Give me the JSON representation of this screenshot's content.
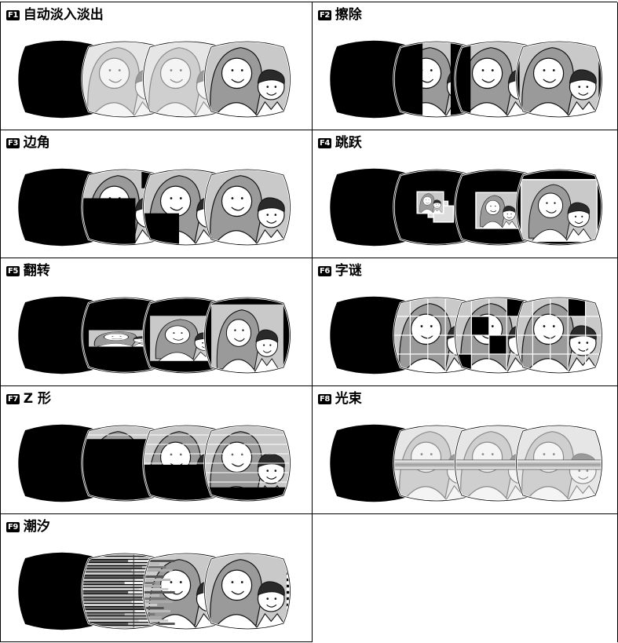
{
  "effects": [
    {
      "code": "F1",
      "name": "自动淡入淡出",
      "style": "fade"
    },
    {
      "code": "F2",
      "name": "擦除",
      "style": "wipe"
    },
    {
      "code": "F3",
      "name": "边角",
      "style": "corner"
    },
    {
      "code": "F4",
      "name": "跳跃",
      "style": "jump"
    },
    {
      "code": "F5",
      "name": "翻转",
      "style": "flip"
    },
    {
      "code": "F6",
      "name": "字谜",
      "style": "puzzle"
    },
    {
      "code": "F7",
      "name": "Z 形",
      "style": "zigzag"
    },
    {
      "code": "F8",
      "name": "光束",
      "style": "beam"
    },
    {
      "code": "F9",
      "name": "潮汐",
      "style": "tide"
    }
  ]
}
